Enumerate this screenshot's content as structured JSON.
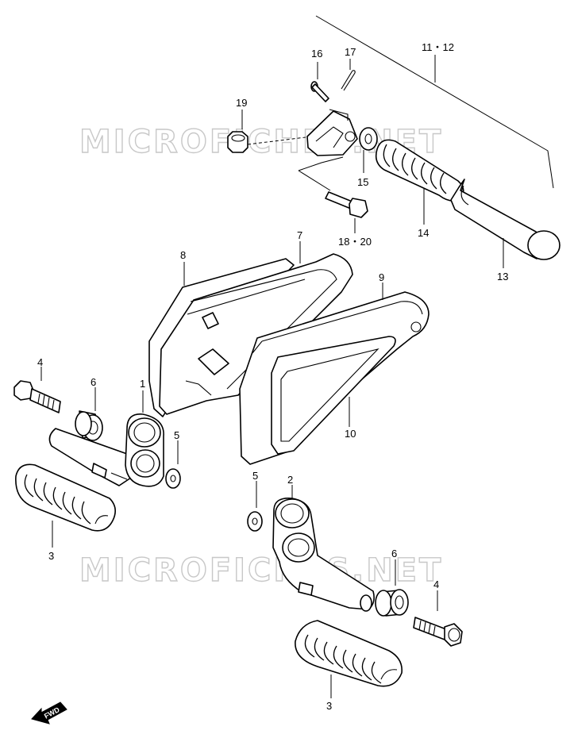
{
  "watermark": "MICROFICHES.NET",
  "fwd_badge": "FWD",
  "callouts": {
    "c11_12": "11・12",
    "c16": "16",
    "c17": "17",
    "c19": "19",
    "c15": "15",
    "c18_20": "18・20",
    "c14": "14",
    "c13": "13",
    "c8": "8",
    "c7": "7",
    "c9": "9",
    "c1": "1",
    "c4_left": "4",
    "c6_left": "6",
    "c5_left": "5",
    "c10": "10",
    "c3_left": "3",
    "c5_right": "5",
    "c2": "2",
    "c6_right": "6",
    "c4_right": "4",
    "c3_right": "3"
  }
}
